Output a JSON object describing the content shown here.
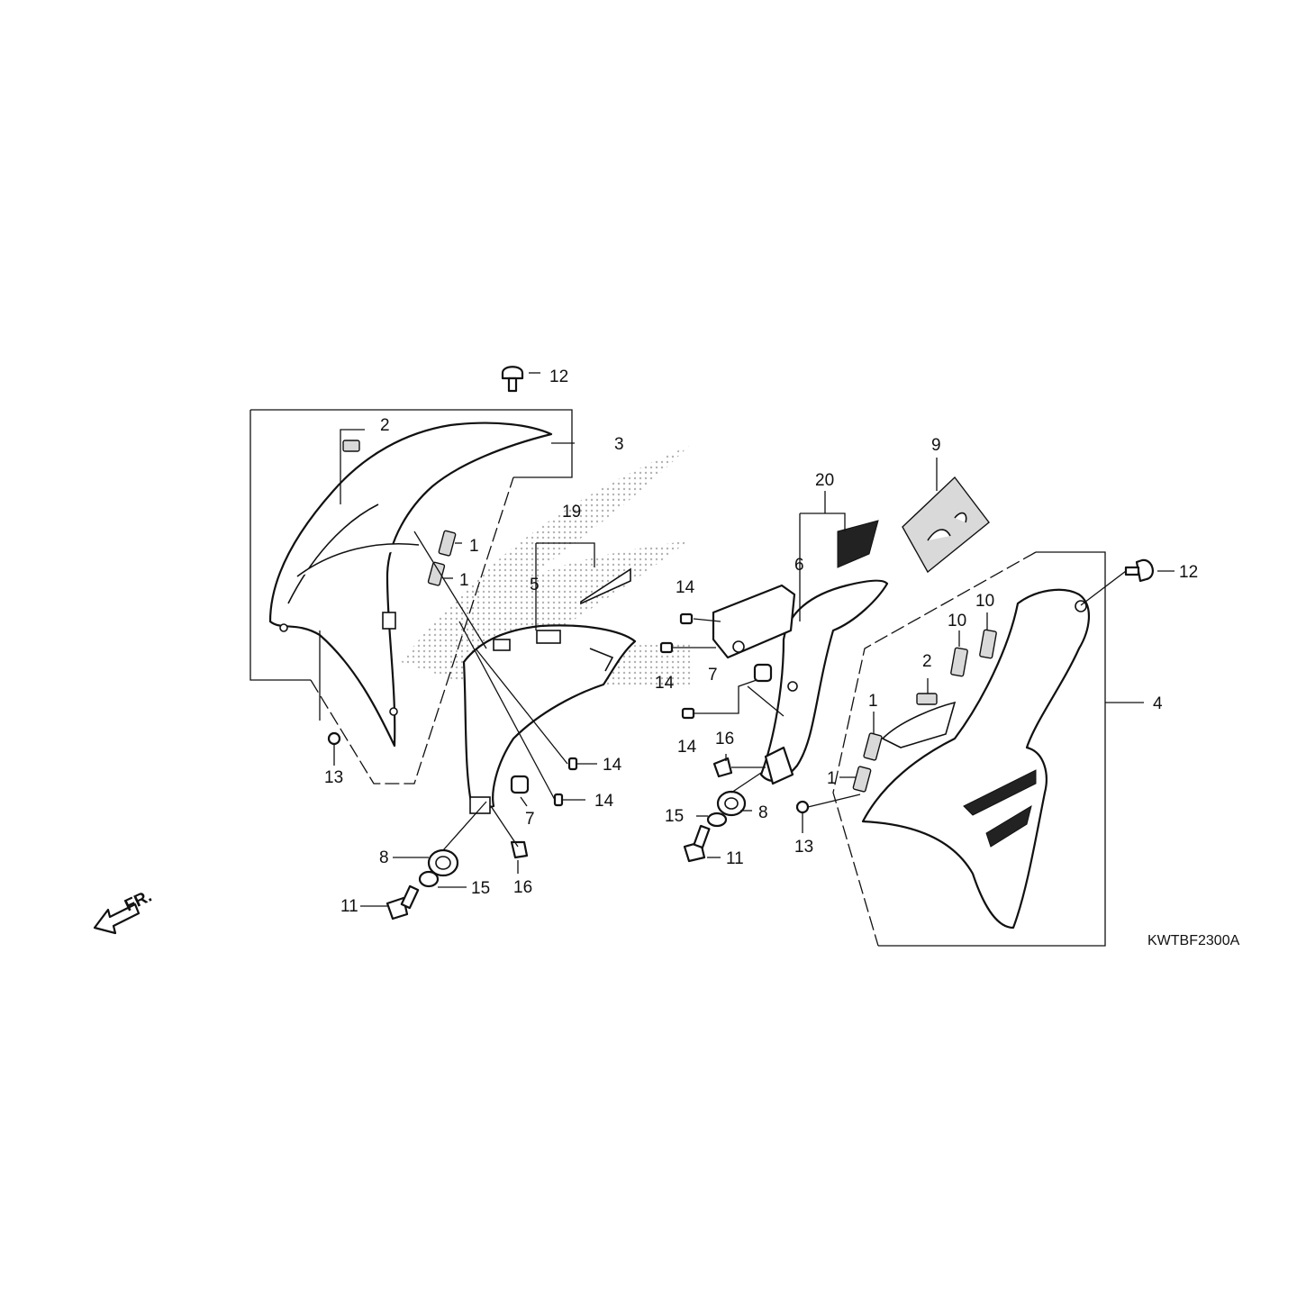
{
  "diagram_code": "KWTBF2300A",
  "front_marker": "FR.",
  "callouts": {
    "c1a": "1",
    "c1b": "1",
    "c1c": "1",
    "c1d": "1",
    "c2a": "2",
    "c2b": "2",
    "c3": "3",
    "c4": "4",
    "c5": "5",
    "c6": "6",
    "c7a": "7",
    "c7b": "7",
    "c8a": "8",
    "c8b": "8",
    "c9": "9",
    "c10a": "10",
    "c10b": "10",
    "c11a": "11",
    "c11b": "11",
    "c12a": "12",
    "c12b": "12",
    "c13a": "13",
    "c13b": "13",
    "c14a": "14",
    "c14b": "14",
    "c14c": "14",
    "c14d": "14",
    "c14e": "14",
    "c15a": "15",
    "c15b": "15",
    "c16a": "16",
    "c16b": "16",
    "c19": "19",
    "c20": "20"
  }
}
